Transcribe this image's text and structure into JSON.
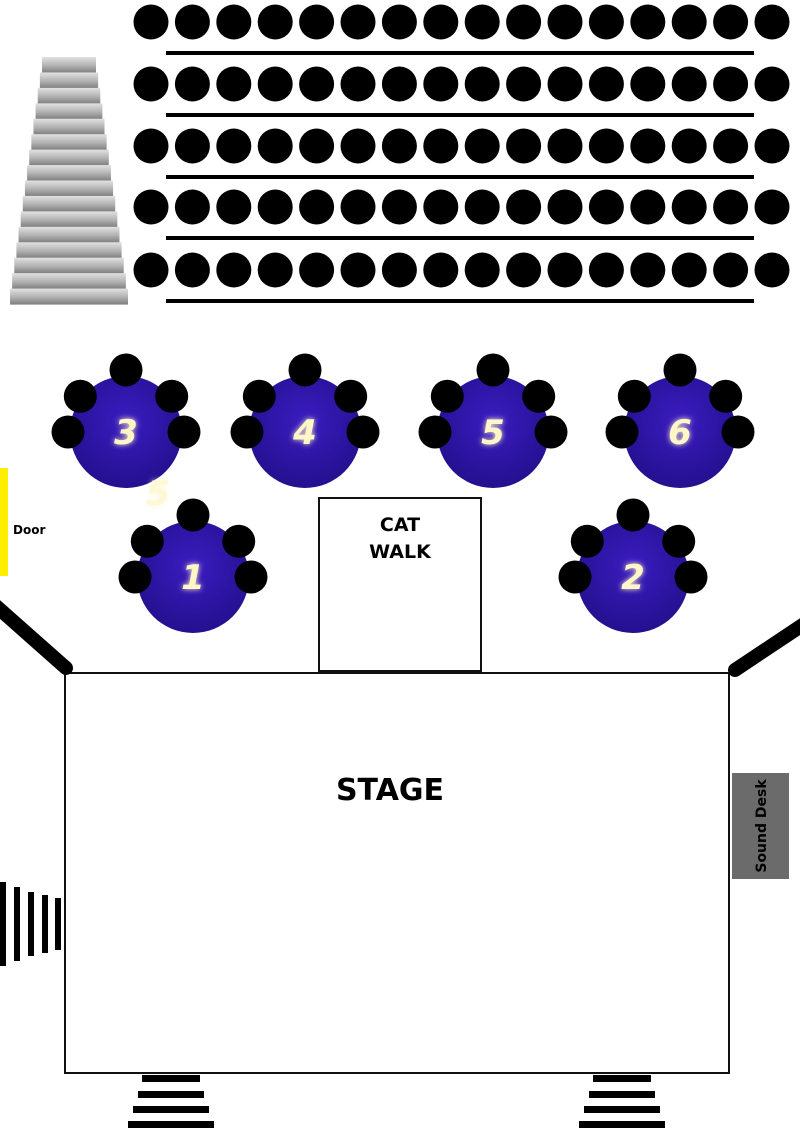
{
  "colors": {
    "table": "#2c11a8",
    "table_glow": "#fff59a",
    "door": "#ffee00",
    "sound_desk": "#6b6b6b",
    "chair": "#000000",
    "stairs_light": "#d4d4d4",
    "stairs_dark": "#8a8a8a"
  },
  "labels": {
    "door": "Door",
    "catwalk": "CAT\nWALK",
    "stage": "STAGE",
    "sound_desk": "Sound Desk",
    "stray": "5"
  },
  "seating_rows": {
    "rows": 5,
    "seats_per_row": 16
  },
  "tables": [
    {
      "id": "table-1",
      "label": "1"
    },
    {
      "id": "table-2",
      "label": "2"
    },
    {
      "id": "table-3",
      "label": "3"
    },
    {
      "id": "table-4",
      "label": "4"
    },
    {
      "id": "table-5",
      "label": "5"
    },
    {
      "id": "table-6",
      "label": "6"
    }
  ],
  "icons": [
    "stairs-icon",
    "speaker-icon"
  ]
}
